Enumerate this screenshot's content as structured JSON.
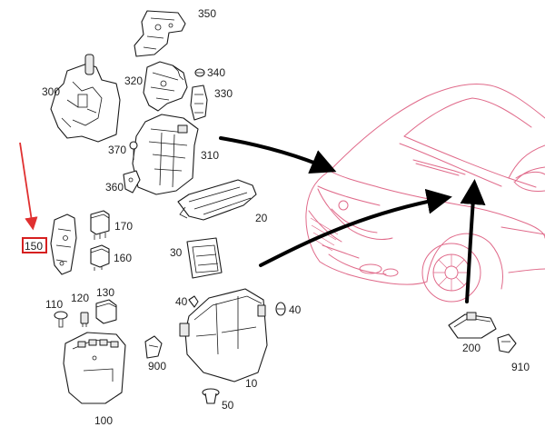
{
  "diagram": {
    "labels": {
      "p350": "350",
      "p340": "340",
      "p320": "320",
      "p330": "330",
      "p300": "300",
      "p370": "370",
      "p310": "310",
      "p360": "360",
      "p20": "20",
      "p170": "170",
      "p150": "150",
      "p160": "160",
      "p30": "30",
      "p110": "110",
      "p120": "120",
      "p130": "130",
      "p40a": "40",
      "p40b": "40",
      "p200": "200",
      "p910": "910",
      "p900": "900",
      "p10": "10",
      "p50": "50",
      "p100": "100"
    },
    "colors": {
      "car_outline": "#e06a8a",
      "highlight_box": "#d62020",
      "pointer_arrow": "#e03030",
      "leader_arrows": "#000000"
    },
    "highlighted_part": "150"
  }
}
